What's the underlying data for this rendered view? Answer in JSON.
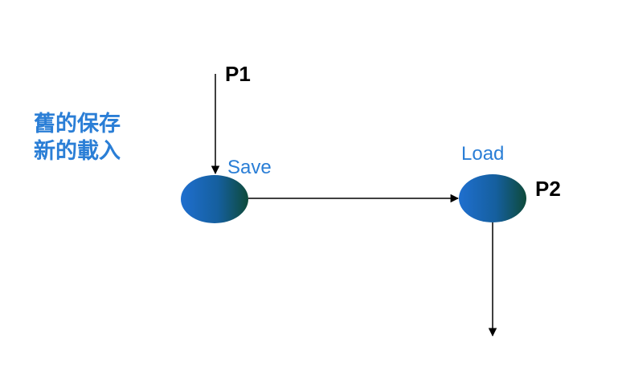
{
  "caption": {
    "line1": "舊的保存",
    "line2": "新的載入"
  },
  "processes": {
    "p1": "P1",
    "p2": "P2"
  },
  "steps": {
    "save": "Save",
    "load": "Load"
  },
  "colors": {
    "caption_text": "#2a7ed6",
    "node_fill_start": "#1f6fcf",
    "node_fill_end": "#0e4a3a",
    "arrow": "#000000"
  }
}
